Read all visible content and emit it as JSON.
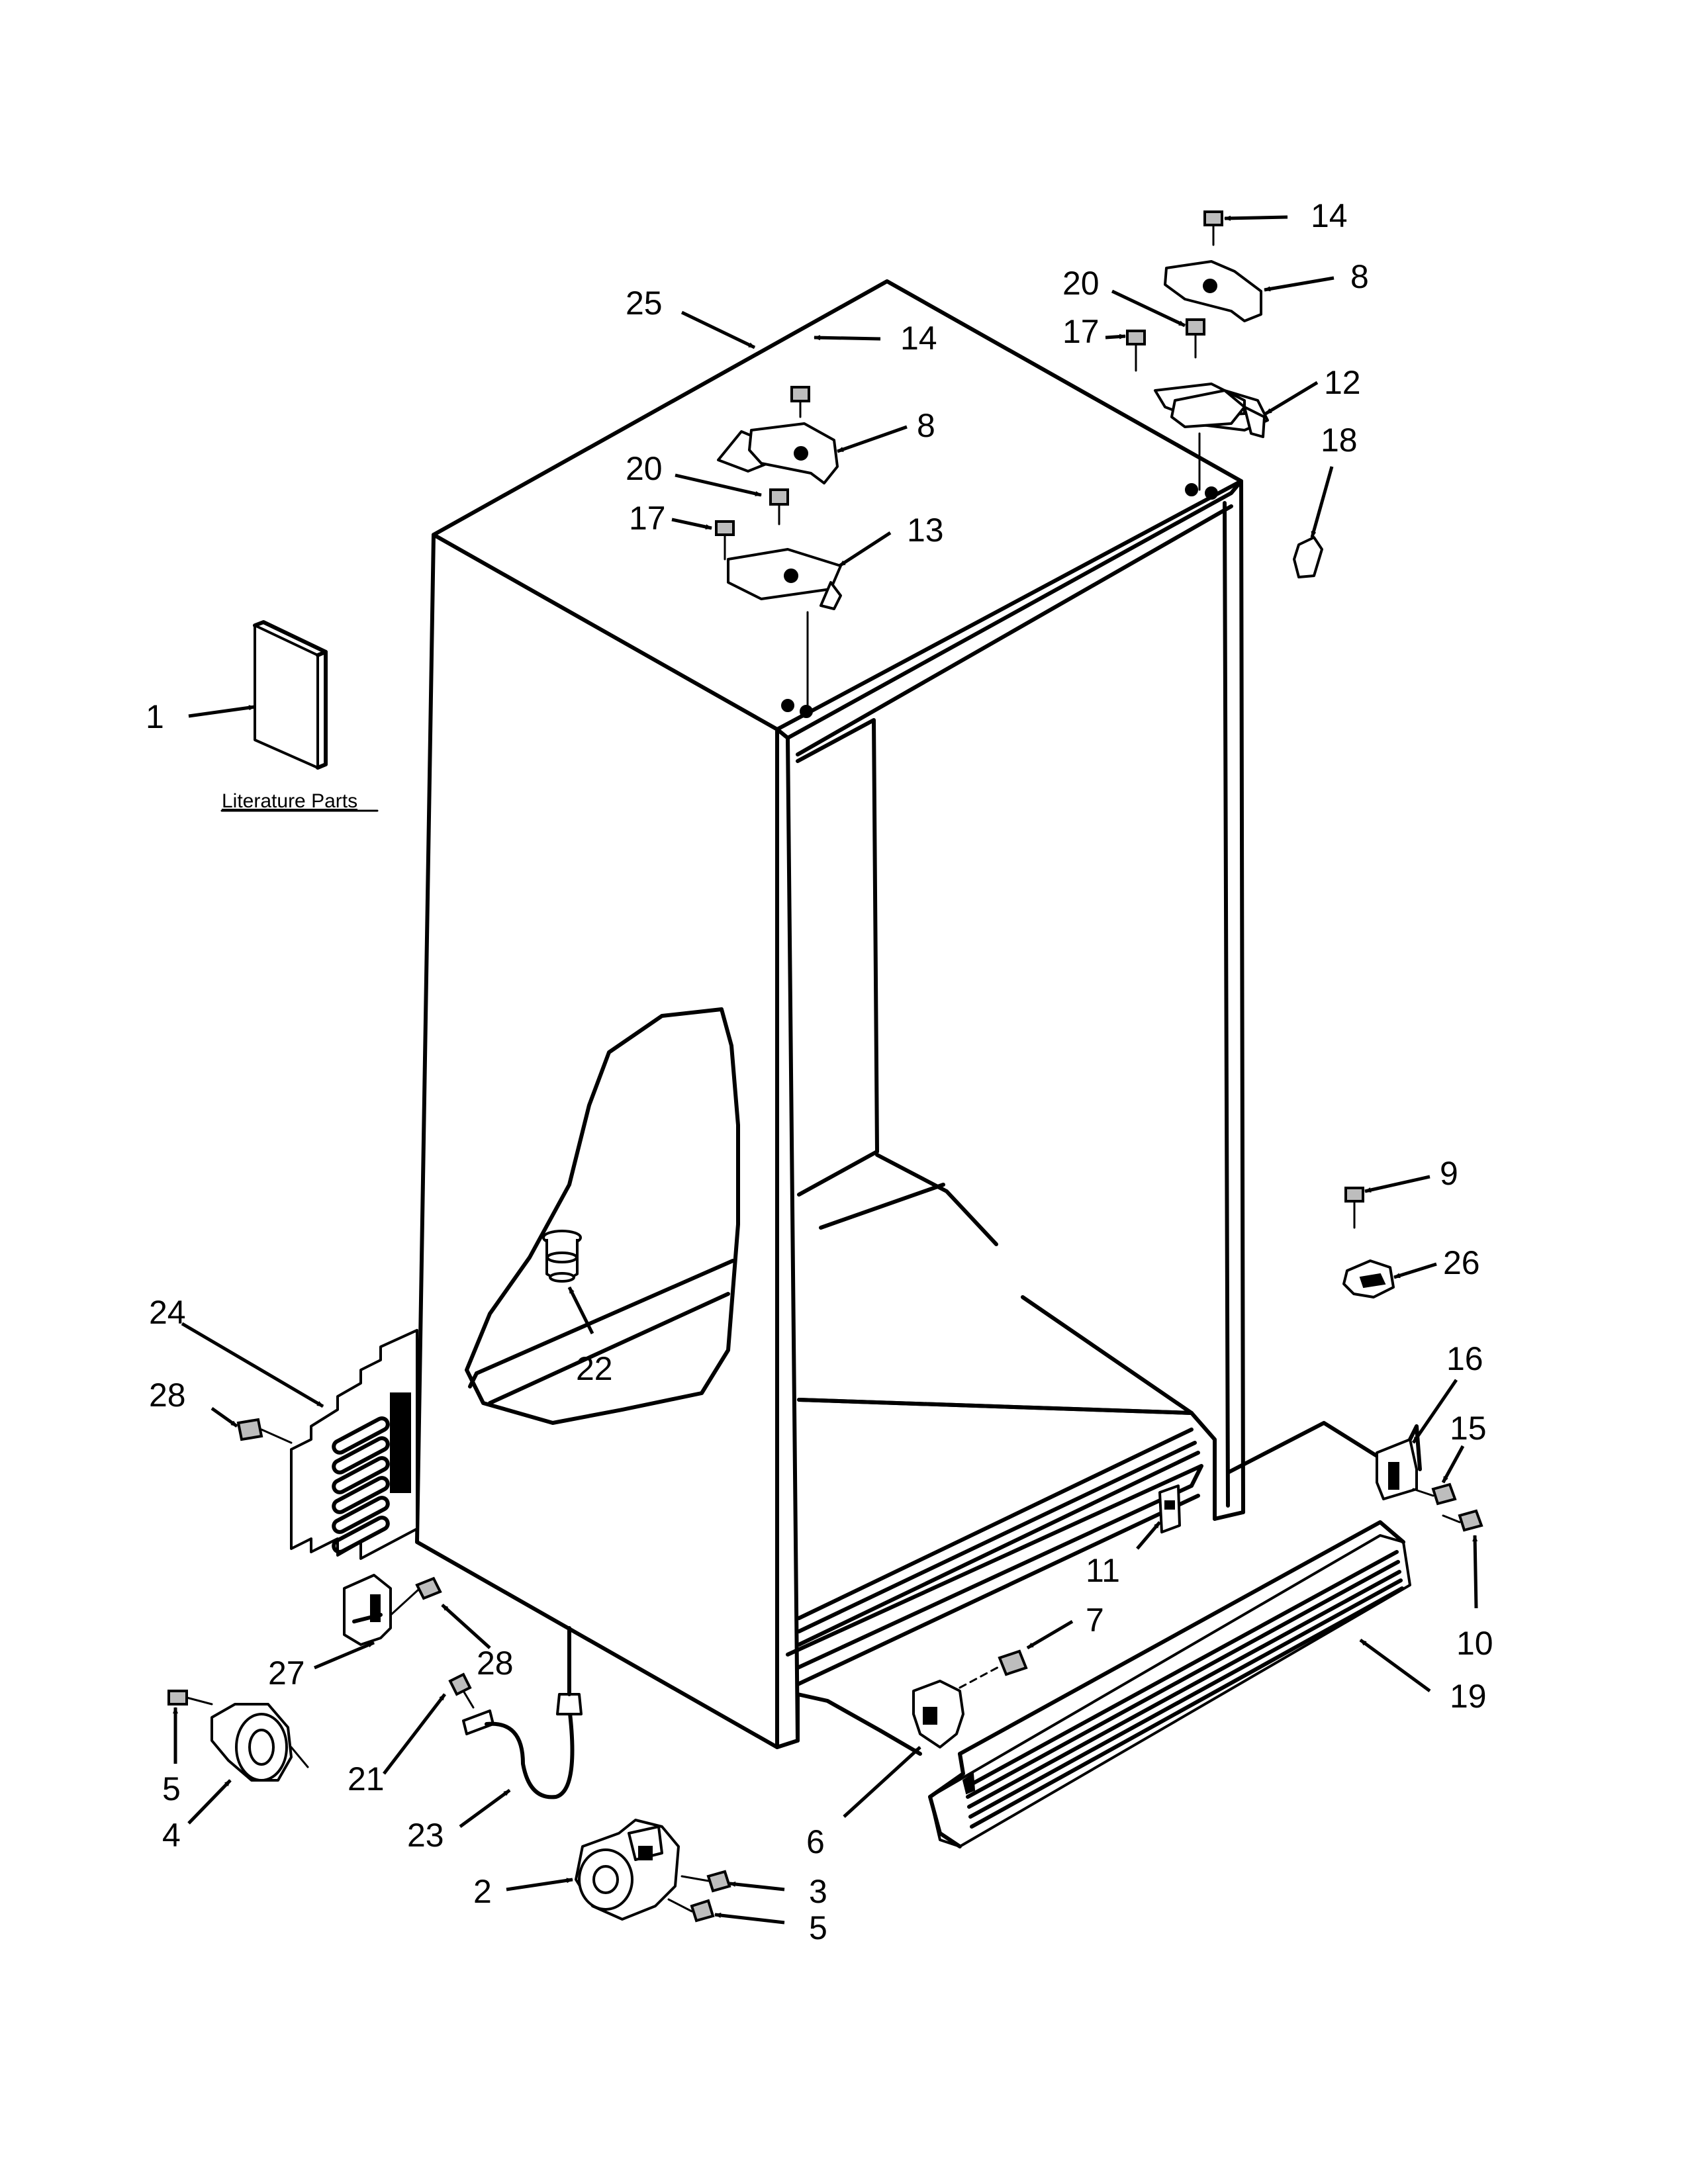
{
  "literature_label": "Literature Parts",
  "callouts": [
    {
      "id": "c1",
      "text": "1"
    },
    {
      "id": "c25",
      "text": "25"
    },
    {
      "id": "c14a",
      "text": "14"
    },
    {
      "id": "c14b",
      "text": "14"
    },
    {
      "id": "c8a",
      "text": "8"
    },
    {
      "id": "c8b",
      "text": "8"
    },
    {
      "id": "c20a",
      "text": "20"
    },
    {
      "id": "c20b",
      "text": "20"
    },
    {
      "id": "c17a",
      "text": "17"
    },
    {
      "id": "c17b",
      "text": "17"
    },
    {
      "id": "c12",
      "text": "12"
    },
    {
      "id": "c13",
      "text": "13"
    },
    {
      "id": "c18",
      "text": "18"
    },
    {
      "id": "c9",
      "text": "9"
    },
    {
      "id": "c26",
      "text": "26"
    },
    {
      "id": "c22",
      "text": "22"
    },
    {
      "id": "c24",
      "text": "24"
    },
    {
      "id": "c28a",
      "text": "28"
    },
    {
      "id": "c28b",
      "text": "28"
    },
    {
      "id": "c16",
      "text": "16"
    },
    {
      "id": "c15",
      "text": "15"
    },
    {
      "id": "c11",
      "text": "11"
    },
    {
      "id": "c10",
      "text": "10"
    },
    {
      "id": "c7",
      "text": "7"
    },
    {
      "id": "c19",
      "text": "19"
    },
    {
      "id": "c27",
      "text": "27"
    },
    {
      "id": "c21",
      "text": "21"
    },
    {
      "id": "c5a",
      "text": "5"
    },
    {
      "id": "c5b",
      "text": "5"
    },
    {
      "id": "c4",
      "text": "4"
    },
    {
      "id": "c23",
      "text": "23"
    },
    {
      "id": "c6",
      "text": "6"
    },
    {
      "id": "c2",
      "text": "2"
    },
    {
      "id": "c3",
      "text": "3"
    }
  ]
}
